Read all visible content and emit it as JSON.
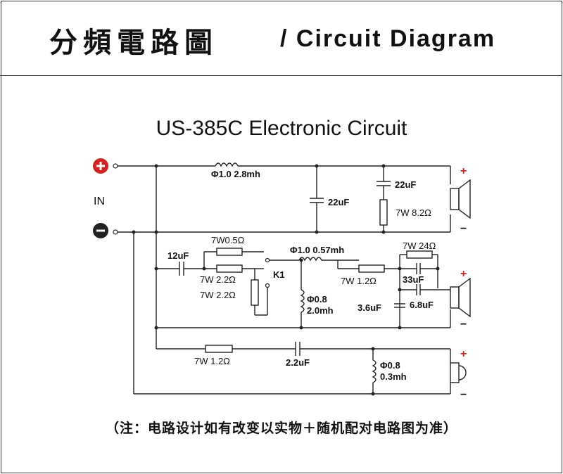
{
  "header": {
    "title_cn": "分頻電路圖",
    "title_en": "/ Circuit Diagram"
  },
  "circuit": {
    "title": "US-385C Electronic Circuit",
    "input_label": "IN",
    "plus_sign": "+",
    "minus_sign": "−",
    "tweeter_branch": {
      "inductor": "Φ1.0  2.8mh",
      "cap_shunt": "22uF",
      "cap_series": "22uF",
      "resistor": "7W 8.2Ω"
    },
    "mid_branch": {
      "cap_input": "12uF",
      "res_top": "7W0.5Ω",
      "res_mid": "7W 2.2Ω",
      "res_low": "7W 2.2Ω",
      "switch": "K1",
      "inductor_series": "Φ1.0  0.57mh",
      "res_series": "7W 1.2Ω",
      "inductor_shunt_a": "Φ0.8",
      "inductor_shunt_b": "2.0mh",
      "res_parallel": "7W 24Ω",
      "cap_a": "33uF",
      "cap_b": "6.8uF",
      "cap_shunt": "3.6uF"
    },
    "bass_branch": {
      "resistor": "7W 1.2Ω",
      "capacitor": "2.2uF",
      "inductor_a": "Φ0.8",
      "inductor_b": "0.3mh"
    }
  },
  "note": "（注：电路设计如有改变以实物＋随机配对电路图为准）"
}
